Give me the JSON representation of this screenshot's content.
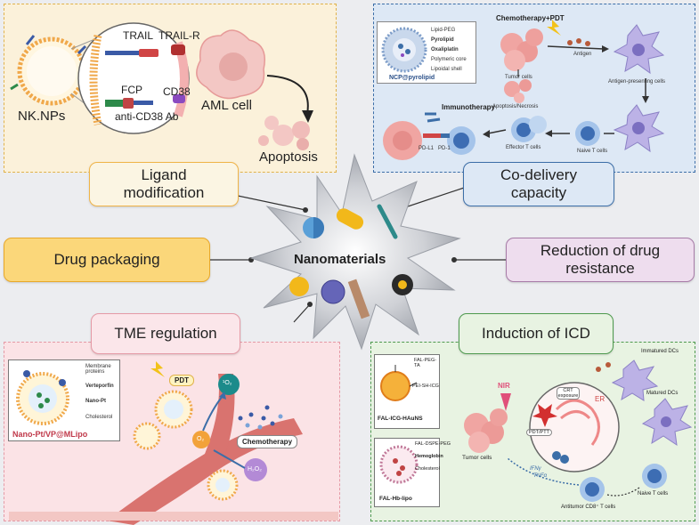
{
  "center": {
    "label": "Nanomaterials"
  },
  "boxes": {
    "ligand": "Ligand modification",
    "codelivery": "Co-delivery capacity",
    "drug_packaging": "Drug packaging",
    "reduction": "Reduction of drug resistance",
    "tme": "TME regulation",
    "icd": "Induction of ICD"
  },
  "panel_tl": {
    "nk": "NK.NPs",
    "trail": "TRAIL",
    "trail_r": "TRAIL-R",
    "fcp": "FCP",
    "cd38": "CD38",
    "anti_cd38": "anti-CD38 Ab",
    "aml": "AML cell",
    "apoptosis": "Apoptosis"
  },
  "panel_tr": {
    "lipid_peg": "Lipid-PEG",
    "pyrolipid": "Pyrolipid",
    "oxaliplatin": "Oxaliplatin",
    "polymeric_core": "Polymeric core",
    "lipoidal_shell": "Lipoidal shell",
    "ncp": "NCP@pyrolipid",
    "chemo_pdt": "Chemotherapy+PDT",
    "antigen": "Antigen",
    "tumor_cells": "Tumor cells",
    "apc": "Antigen-presenting cells",
    "apoptosis_necrosis": "Apoptosis/Necrosis",
    "immunotherapy": "Immunotherapy",
    "pd_l1": "PD-L1",
    "pd_1": "PD-1",
    "effector": "Effector T cells",
    "naive": "Naive T cells"
  },
  "panel_bl": {
    "membrane": "Membrane proteins",
    "verteporfin": "Verteporfin",
    "nano_pt": "Nano-Pt",
    "cholesterol": "Cholesterol",
    "title": "Nano-Pt/VP@MLipo",
    "pdt": "PDT",
    "singlet_o2": "¹O₂",
    "o2": "O₂",
    "h2o2": "H₂O₂",
    "chemo": "Chemotherapy"
  },
  "panel_br": {
    "fal_peg_ta": "FAL-PEG-TA",
    "pei_sh_icg": "PEI-SH-ICG",
    "haun": "FAL-ICG-HAuNS",
    "nir": "NIR",
    "crt": "CRT exposure",
    "er": "ER",
    "pdt_ptt": "PDT/PTT",
    "immature": "Immatured DCs",
    "matured": "Matured DCs",
    "tumor_cells": "Tumor cells",
    "ifn": "IFNγ",
    "tnf": "TNFα",
    "fal_dspe": "FAL-DSPE-PEG",
    "hemoglobin": "Hemoglobin",
    "cholesterol": "Cholesterol",
    "hb_lipo": "FAL-Hb-lipo",
    "naive": "Naive T cells",
    "antitumor": "Antitumor CD8⁺ T cells"
  }
}
